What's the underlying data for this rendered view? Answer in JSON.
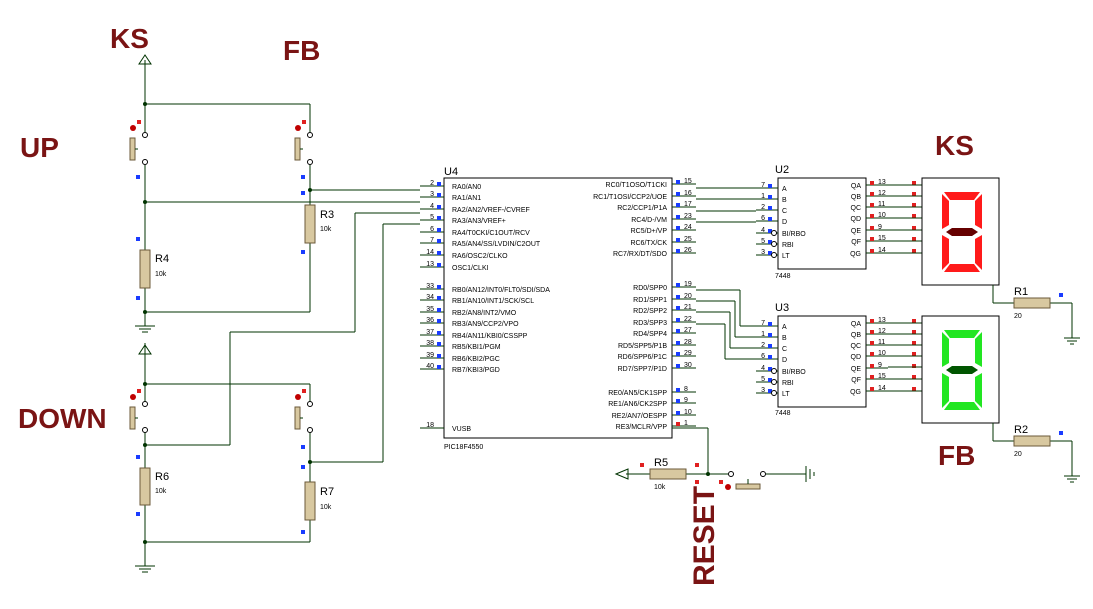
{
  "labels": {
    "ks_top": "KS",
    "fb_top": "FB",
    "up": "UP",
    "down": "DOWN",
    "ks_display": "KS",
    "fb_display": "FB",
    "reset": "RESET"
  },
  "mcu": {
    "ref": "U4",
    "part": "PIC18F4550",
    "left_pins": [
      {
        "num": "2",
        "name": "RA0/AN0"
      },
      {
        "num": "3",
        "name": "RA1/AN1"
      },
      {
        "num": "4",
        "name": "RA2/AN2/VREF-/CVREF"
      },
      {
        "num": "5",
        "name": "RA3/AN3/VREF+"
      },
      {
        "num": "6",
        "name": "RA4/T0CKI/C1OUT/RCV"
      },
      {
        "num": "7",
        "name": "RA5/AN4/SS/LVDIN/C2OUT"
      },
      {
        "num": "14",
        "name": "RA6/OSC2/CLKO"
      },
      {
        "num": "13",
        "name": "OSC1/CLKI"
      },
      {
        "num": "33",
        "name": "RB0/AN12/INT0/FLT0/SDI/SDA"
      },
      {
        "num": "34",
        "name": "RB1/AN10/INT1/SCK/SCL"
      },
      {
        "num": "35",
        "name": "RB2/AN8/INT2/VMO"
      },
      {
        "num": "36",
        "name": "RB3/AN9/CCP2/VPO"
      },
      {
        "num": "37",
        "name": "RB4/AN11/KBI0/CSSPP"
      },
      {
        "num": "38",
        "name": "RB5/KBI1/PGM"
      },
      {
        "num": "39",
        "name": "RB6/KBI2/PGC"
      },
      {
        "num": "40",
        "name": "RB7/KBI3/PGD"
      },
      {
        "num": "18",
        "name": "VUSB"
      }
    ],
    "right_pins": [
      {
        "num": "15",
        "name": "RC0/T1OSO/T1CKI"
      },
      {
        "num": "16",
        "name": "RC1/T1OSI/CCP2/UOE"
      },
      {
        "num": "17",
        "name": "RC2/CCP1/P1A"
      },
      {
        "num": "23",
        "name": "RC4/D-/VM"
      },
      {
        "num": "24",
        "name": "RC5/D+/VP"
      },
      {
        "num": "25",
        "name": "RC6/TX/CK"
      },
      {
        "num": "26",
        "name": "RC7/RX/DT/SDO"
      },
      {
        "num": "19",
        "name": "RD0/SPP0"
      },
      {
        "num": "20",
        "name": "RD1/SPP1"
      },
      {
        "num": "21",
        "name": "RD2/SPP2"
      },
      {
        "num": "22",
        "name": "RD3/SPP3"
      },
      {
        "num": "27",
        "name": "RD4/SPP4"
      },
      {
        "num": "28",
        "name": "RD5/SPP5/P1B"
      },
      {
        "num": "29",
        "name": "RD6/SPP6/P1C"
      },
      {
        "num": "30",
        "name": "RD7/SPP7/P1D"
      },
      {
        "num": "8",
        "name": "RE0/AN5/CK1SPP"
      },
      {
        "num": "9",
        "name": "RE1/AN6/CK2SPP"
      },
      {
        "num": "10",
        "name": "RE2/AN7/OESPP"
      },
      {
        "num": "1",
        "name": "RE3/MCLR/VPP"
      }
    ]
  },
  "decoders": [
    {
      "ref": "U2",
      "part": "7448",
      "inputs": [
        {
          "num": "7",
          "name": "A"
        },
        {
          "num": "1",
          "name": "B"
        },
        {
          "num": "2",
          "name": "C"
        },
        {
          "num": "6",
          "name": "D"
        },
        {
          "num": "4",
          "name": "BI/RBO"
        },
        {
          "num": "5",
          "name": "RBI"
        },
        {
          "num": "3",
          "name": "LT"
        }
      ],
      "outputs": [
        {
          "num": "13",
          "name": "QA"
        },
        {
          "num": "12",
          "name": "QB"
        },
        {
          "num": "11",
          "name": "QC"
        },
        {
          "num": "10",
          "name": "QD"
        },
        {
          "num": "9",
          "name": "QE"
        },
        {
          "num": "15",
          "name": "QF"
        },
        {
          "num": "14",
          "name": "QG"
        }
      ]
    },
    {
      "ref": "U3",
      "part": "7448",
      "inputs": [
        {
          "num": "7",
          "name": "A"
        },
        {
          "num": "1",
          "name": "B"
        },
        {
          "num": "2",
          "name": "C"
        },
        {
          "num": "6",
          "name": "D"
        },
        {
          "num": "4",
          "name": "BI/RBO"
        },
        {
          "num": "5",
          "name": "RBI"
        },
        {
          "num": "3",
          "name": "LT"
        }
      ],
      "outputs": [
        {
          "num": "13",
          "name": "QA"
        },
        {
          "num": "12",
          "name": "QB"
        },
        {
          "num": "11",
          "name": "QC"
        },
        {
          "num": "10",
          "name": "QD"
        },
        {
          "num": "9",
          "name": "QE"
        },
        {
          "num": "15",
          "name": "QF"
        },
        {
          "num": "14",
          "name": "QG"
        }
      ]
    }
  ],
  "resistors": [
    {
      "ref": "R1",
      "value": "20"
    },
    {
      "ref": "R2",
      "value": "20"
    },
    {
      "ref": "R3",
      "value": "10k"
    },
    {
      "ref": "R4",
      "value": "10k"
    },
    {
      "ref": "R5",
      "value": "10k"
    },
    {
      "ref": "R6",
      "value": "10k"
    },
    {
      "ref": "R7",
      "value": "10k"
    }
  ],
  "displays": [
    {
      "name": "KS",
      "color": "#ff1a1a",
      "off_color": "#660000"
    },
    {
      "name": "FB",
      "color": "#22e622",
      "off_color": "#005500"
    }
  ],
  "colors": {
    "label": "#7a1414",
    "wire": "#003300",
    "pin_blue": "#1a3cff",
    "pin_red": "#e02020"
  }
}
